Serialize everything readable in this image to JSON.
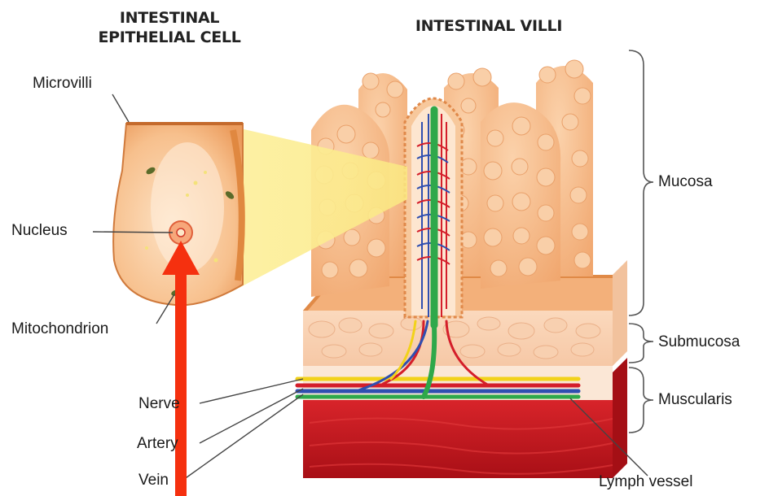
{
  "headings": {
    "cell": "INTESTINAL EPITHELIAL CELL",
    "villi": "INTESTINAL VILLI"
  },
  "labels": {
    "microvilli": "Microvilli",
    "nucleus": "Nucleus",
    "mitochondrion": "Mitochondrion",
    "nerve": "Nerve",
    "artery": "Artery",
    "vein": "Vein",
    "mucosa": "Mucosa",
    "submucosa": "Submucosa",
    "muscularis": "Muscularis",
    "lymph_vessel": "Lymph vessel"
  },
  "colors": {
    "tissue": "#f5b683",
    "tissue_dark": "#e8955a",
    "muscle": "#c8141c",
    "nerve": "#f2d21a",
    "artery": "#d41e2a",
    "vein": "#2f4fb0",
    "lymph": "#2ea84a",
    "pointer_arrow": "#f5300f"
  }
}
